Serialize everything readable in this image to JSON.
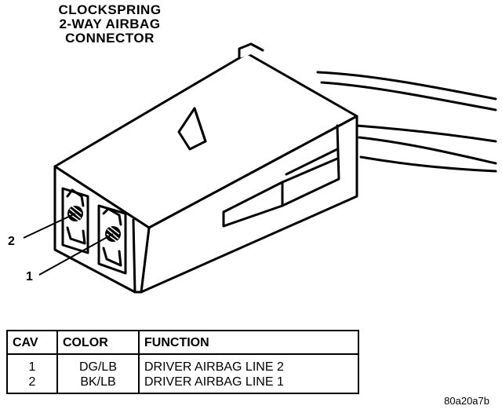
{
  "title": [
    "CLOCKSPRING",
    "2-WAY AIRBAG",
    "CONNECTOR"
  ],
  "callouts": [
    "2",
    "1"
  ],
  "table": {
    "headers": [
      "CAV",
      "COLOR",
      "FUNCTION"
    ],
    "rows": [
      [
        "1",
        "DG/LB",
        "DRIVER AIRBAG LINE 2"
      ],
      [
        "2",
        "BK/LB",
        "DRIVER AIRBAG LINE 1"
      ]
    ]
  },
  "reference_code": "80a20a7b"
}
